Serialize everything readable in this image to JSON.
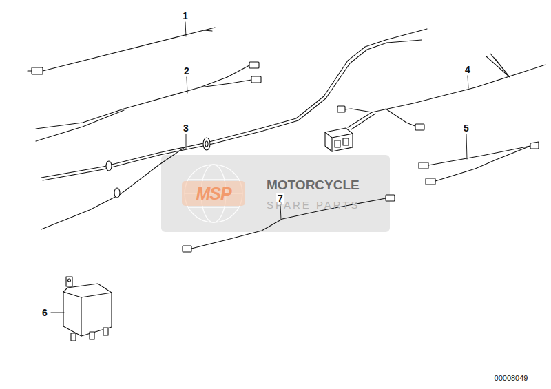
{
  "diagram": {
    "labels": [
      "1",
      "2",
      "3",
      "4",
      "5",
      "6",
      "7",
      "MSP",
      "MOTORCYCLE",
      "SPARE PARTS",
      "00008049"
    ]
  }
}
